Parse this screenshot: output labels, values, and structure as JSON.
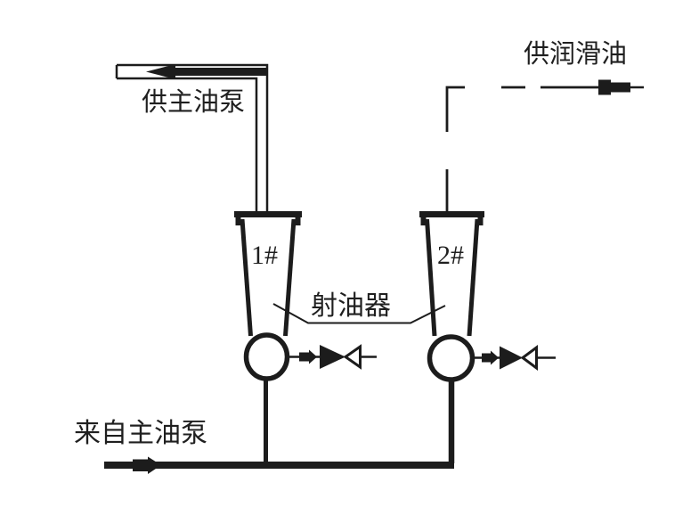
{
  "colors": {
    "line": "#1c1c1c",
    "background": "#ffffff",
    "text": "#1f1f1f"
  },
  "labels": {
    "supply_main_oil_pump": "供主油泵",
    "supply_lubricating_oil": "供润滑油",
    "oil_ejector": "射油器",
    "ejector_1": "1#",
    "ejector_2": "2#",
    "from_main_oil_pump": "来自主油泵"
  }
}
